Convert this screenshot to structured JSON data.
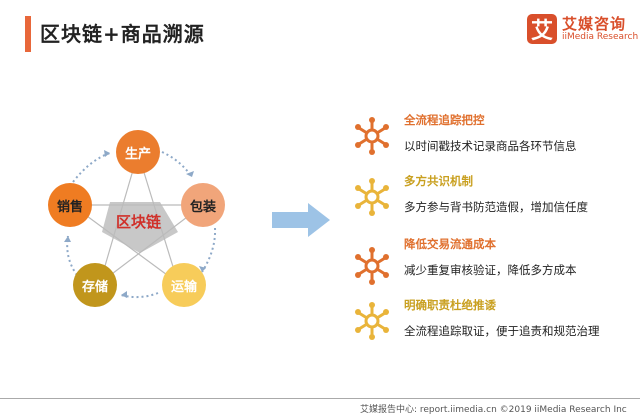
{
  "header": {
    "title": "区块链+商品溯源",
    "accent_color": "#e8673a"
  },
  "logo": {
    "mark": "艾",
    "name_cn": "艾媒咨询",
    "name_en": "iiMedia Research",
    "color": "#d94f2b"
  },
  "diagram": {
    "center_label": "区块链",
    "nodes": [
      {
        "label": "生产",
        "color": "#eb7d2e",
        "text_color": "#ffffff"
      },
      {
        "label": "包装",
        "color": "#f1a57a",
        "text_color": "#222222"
      },
      {
        "label": "运输",
        "color": "#f7cc5a",
        "text_color": "#ffffff"
      },
      {
        "label": "存储",
        "color": "#c1961c",
        "text_color": "#ffffff"
      },
      {
        "label": "销售",
        "color": "#ef7c22",
        "text_color": "#222222"
      }
    ],
    "arrow_color": "#9dc3e6"
  },
  "features": [
    {
      "title": "全流程追踪把控",
      "desc": "以时间戳技术记录商品各环节信息",
      "icon": "network-icon",
      "color": "#e0702e"
    },
    {
      "title": "多方共识机制",
      "desc": "多方参与背书防范造假，增加信任度",
      "icon": "network-icon",
      "color": "#e9b43a"
    },
    {
      "title": "降低交易流通成本",
      "desc": "减少重复审核验证，降低多方成本",
      "icon": "network-icon",
      "color": "#e0702e"
    },
    {
      "title": "明确职责杜绝推诿",
      "desc": "全流程追踪取证，便于追责和规范治理",
      "icon": "network-icon",
      "color": "#e9b43a"
    }
  ],
  "footer": {
    "text": "艾媒报告中心: report.iimedia.cn ©2019  iiMedia Research  Inc"
  }
}
